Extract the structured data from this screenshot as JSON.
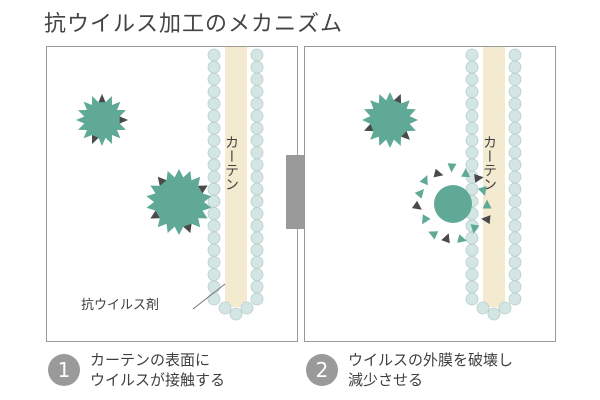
{
  "title": "抗ウイルス加工のメカニズム",
  "panels": [
    {
      "curtain_label": "カーテン",
      "agent_label": "抗ウイルス剤"
    },
    {
      "curtain_label": "カーテン"
    }
  ],
  "steps": [
    {
      "number": "1",
      "lines": [
        "カーテンの表面に",
        "ウイルスが接触する"
      ]
    },
    {
      "number": "2",
      "lines": [
        "ウイルスの外膜を破壊し",
        "減少させる"
      ]
    }
  ],
  "colors": {
    "virus": "#5fa996",
    "virus_spike": "#4a4a4a",
    "curtain": "#f3ead0",
    "bead": "#d4e6e3",
    "bead_stroke": "#b6cfcb",
    "arrow": "#9a9a9a",
    "border": "#9a9a9a"
  },
  "icons": [
    "virus-icon",
    "arrow-right-icon"
  ]
}
